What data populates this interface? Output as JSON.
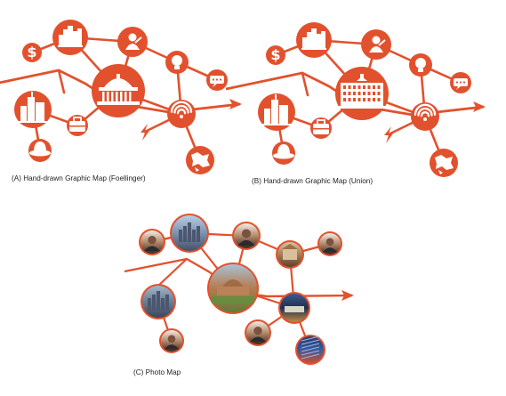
{
  "captions": {
    "a": "(A) Hand-drawn Graphic Map (Foellinger)",
    "b": "(B) Hand-drawn Graphic Map (Union)",
    "c": "(C) Photo Map"
  },
  "colors": {
    "accent": "#E2512D",
    "white": "#FFFFFF",
    "text": "#222222"
  },
  "maps": [
    {
      "name": "foellinger",
      "center_icon": "foellinger-auditorium-icon",
      "nodes": [
        "dollar-icon",
        "city-skyline-icon",
        "person-icon",
        "lightbulb-icon",
        "chat-bubble-icon",
        "foellinger-auditorium-icon",
        "buildings-icon",
        "briefcase-icon",
        "wifi-icon",
        "lightning-icon",
        "hat-icon",
        "map-icon"
      ]
    },
    {
      "name": "union",
      "center_icon": "illini-union-icon",
      "nodes": [
        "dollar-icon",
        "city-skyline-icon",
        "person-icon",
        "lightbulb-icon",
        "chat-bubble-icon",
        "illini-union-icon",
        "buildings-icon",
        "briefcase-icon",
        "wifi-icon",
        "lightning-icon",
        "hat-icon",
        "map-icon"
      ]
    },
    {
      "name": "photo",
      "nodes": [
        "portrait-photo",
        "skyline-photo",
        "portrait-photo",
        "campus-building-photo",
        "portrait-photo",
        "foellinger-photo",
        "city-photo",
        "portrait-photo",
        "transit-photo",
        "portrait-photo",
        "map-photo"
      ]
    }
  ]
}
